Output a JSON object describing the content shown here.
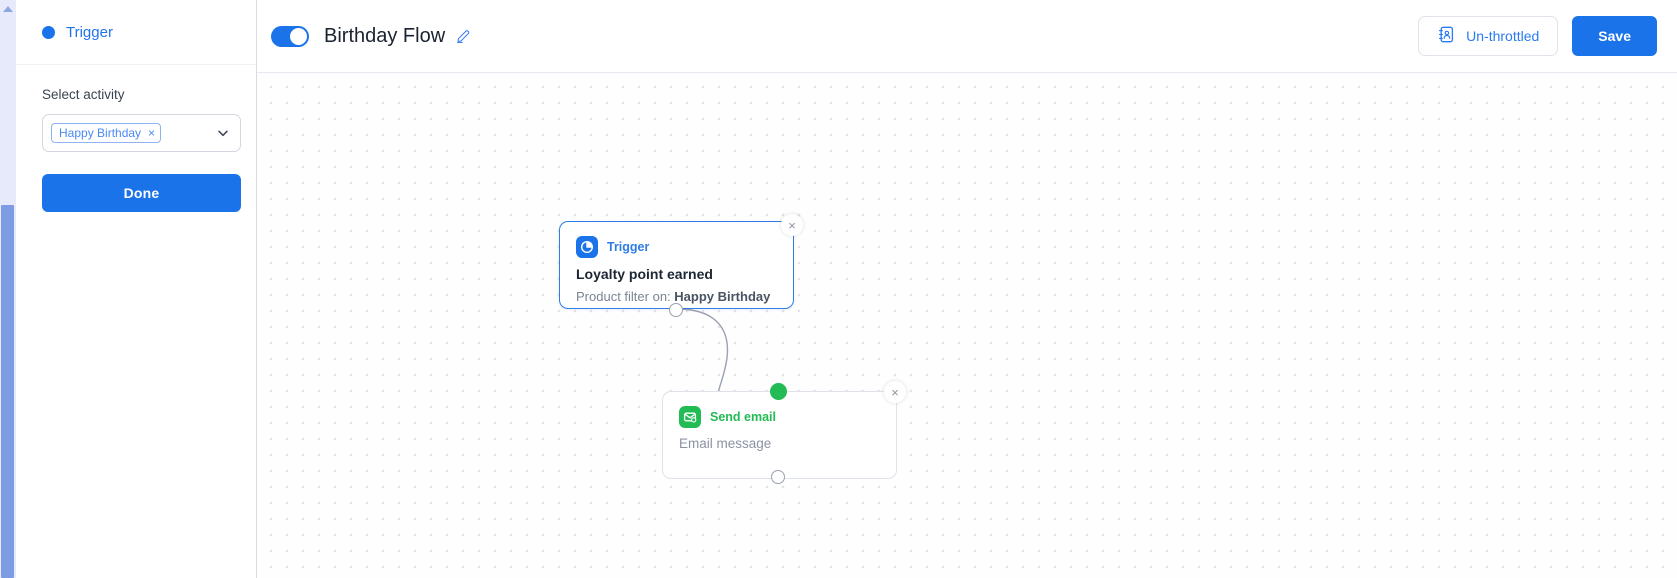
{
  "sidebar": {
    "header": {
      "title": "Trigger",
      "dot_color": "#1a73ea"
    },
    "field_label": "Select activity",
    "select": {
      "chips": [
        {
          "label": "Happy Birthday",
          "remove": "×"
        }
      ],
      "caret_icon": "chevron-down-icon"
    },
    "done_label": "Done"
  },
  "topbar": {
    "toggle_on": "true",
    "flow_name": "Birthday Flow",
    "edit_icon": "pencil-icon",
    "throttle_label": "Un-throttled",
    "throttle_icon": "contact-book-icon",
    "save_label": "Save",
    "accent_color": "#1a73e8"
  },
  "canvas": {
    "nodes": [
      {
        "id": "trigger",
        "kind_label": "Trigger",
        "icon": "pie-chart-icon",
        "accent": "#2f7ce8",
        "title": "Loyalty point earned",
        "sub_prefix": "Product filter on:",
        "sub_value": "Happy Birthday",
        "close_label": "×"
      },
      {
        "id": "send-email",
        "kind_label": "Send email",
        "icon": "envelope-icon",
        "accent": "#23bb55",
        "title": "Email message",
        "close_label": "×"
      }
    ]
  }
}
